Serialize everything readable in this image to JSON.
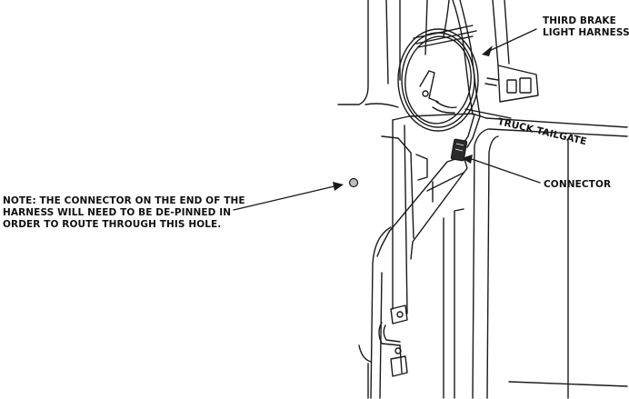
{
  "labels": {
    "third_brake": "THIRD BRAKE\nLIGHT HARNESS",
    "truck_tailgate": "TRUCK TAILGATE",
    "connector": "CONNECTOR",
    "note": "NOTE: THE CONNECTOR ON THE END OF THE\nHARNESS WILL NEED TO BE DE-PINNED IN\nORDER TO ROUTE THROUGH THIS HOLE."
  },
  "colors": {
    "line": "#1a1a1a",
    "connector_fill": "#2b2b2b",
    "hole_fill": "#bdbdbd",
    "background": "#ffffff"
  }
}
